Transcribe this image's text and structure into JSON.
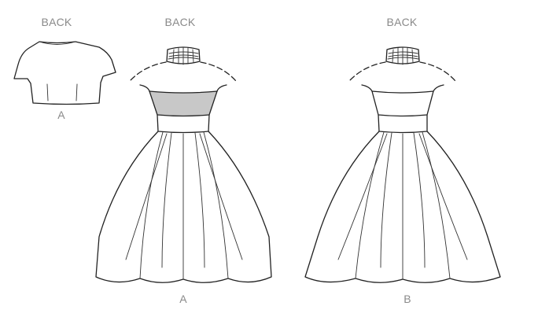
{
  "labels": {
    "bolero_back": "BACK",
    "bolero_view": "A",
    "dress_a_back": "BACK",
    "dress_a_view": "A",
    "dress_b_back": "BACK",
    "dress_b_view": "B"
  },
  "colors": {
    "line": "#222222",
    "label": "#8a8a8a",
    "contrast_panel": "#c8c8c8",
    "background": "#ffffff"
  }
}
